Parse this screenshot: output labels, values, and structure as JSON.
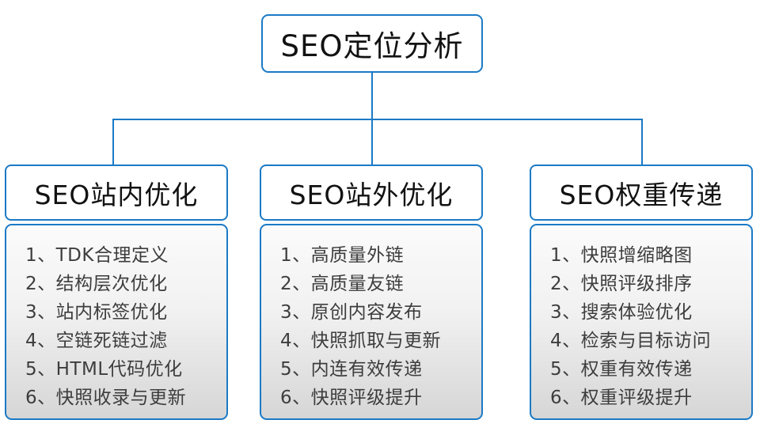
{
  "root": {
    "label": "SEO定位分析"
  },
  "branches": [
    {
      "title": "SEO站内优化",
      "items": [
        "1、TDK合理定义",
        "2、结构层次优化",
        "3、站内标签优化",
        "4、空链死链过滤",
        "5、HTML代码优化",
        "6、快照收录与更新"
      ]
    },
    {
      "title": "SEO站外优化",
      "items": [
        "1、高质量外链",
        "2、高质量友链",
        "3、原创内容发布",
        "4、快照抓取与更新",
        "5、内连有效传递",
        "6、快照评级提升"
      ]
    },
    {
      "title": "SEO权重传递",
      "items": [
        "1、快照增缩略图",
        "2、快照评级排序",
        "3、搜索体验优化",
        "4、检索与目标访问",
        "5、权重有效传递",
        "6、权重评级提升"
      ]
    }
  ],
  "colors": {
    "accent": "#1b7ac6",
    "node_background": "#ffffff",
    "list_gradient_top": "#fbfbfb",
    "list_gradient_bottom": "#d6d6d6",
    "header_text": "#121212",
    "item_text": "#3d3d3d"
  }
}
